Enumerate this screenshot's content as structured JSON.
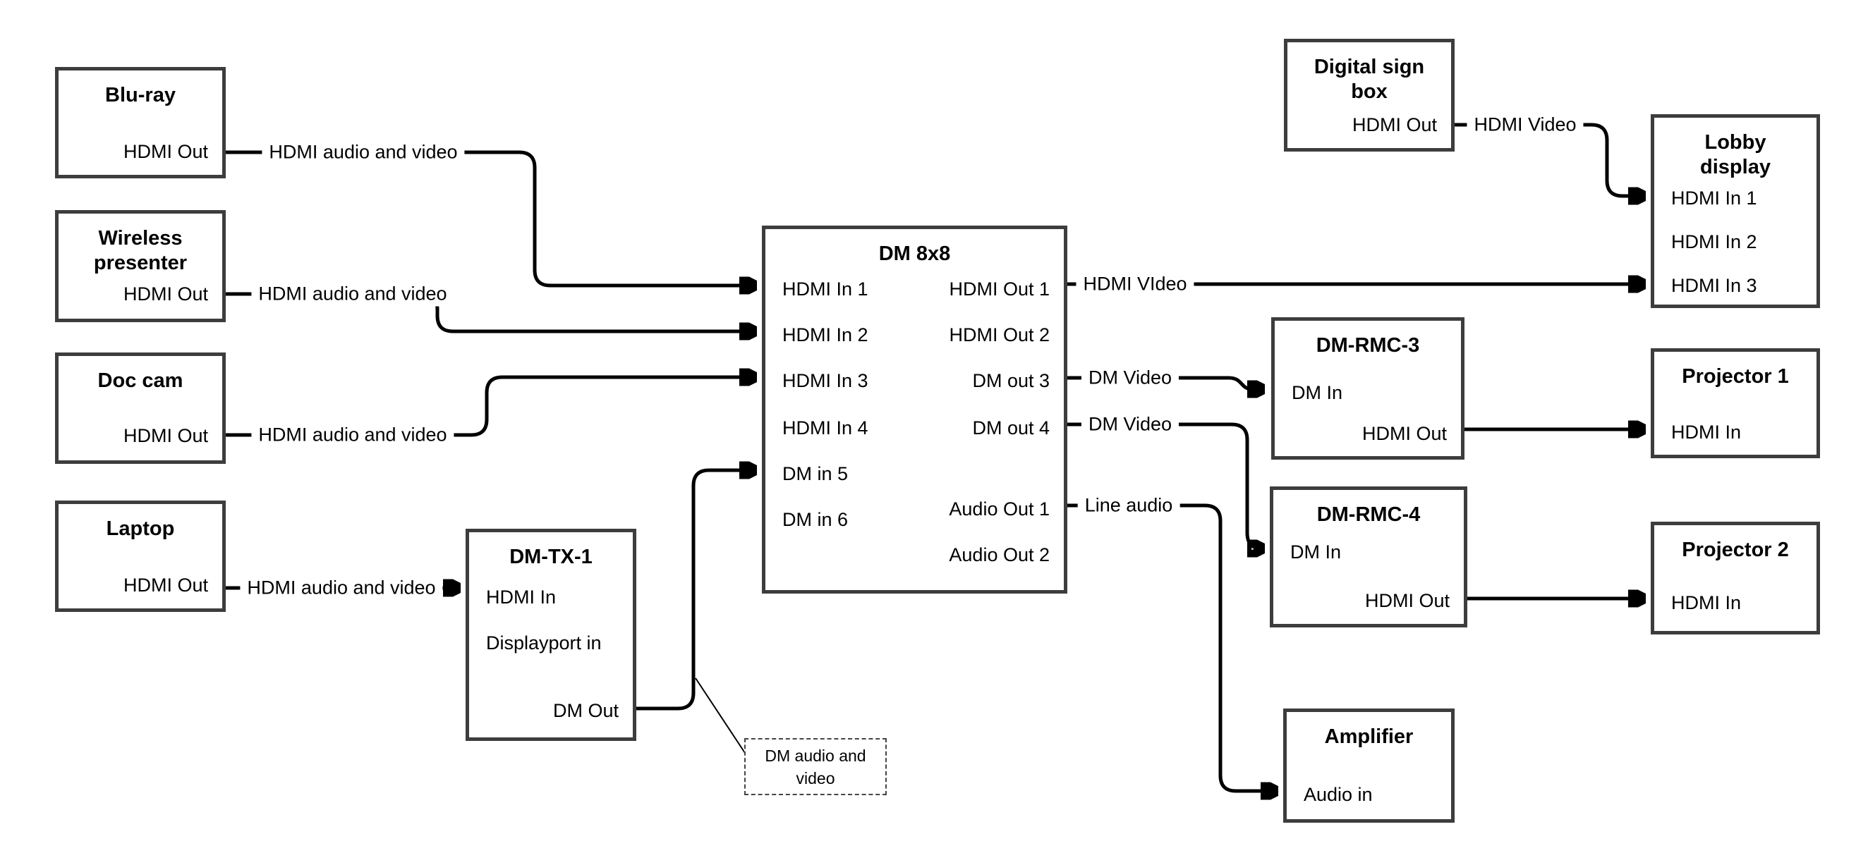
{
  "colors": {
    "background": "#ffffff",
    "box_border": "#3d3d3d",
    "line": "#000000",
    "text": "#000000"
  },
  "nodes": {
    "bluray": {
      "title": "Blu-ray",
      "ports": {
        "hdmi_out": "HDMI Out"
      }
    },
    "wireless": {
      "title": [
        "Wireless",
        "presenter"
      ],
      "ports": {
        "hdmi_out": "HDMI Out"
      }
    },
    "doccam": {
      "title": "Doc cam",
      "ports": {
        "hdmi_out": "HDMI Out"
      }
    },
    "laptop": {
      "title": "Laptop",
      "ports": {
        "hdmi_out": "HDMI Out"
      }
    },
    "dmtx1": {
      "title": "DM-TX-1",
      "ports": {
        "hdmi_in": "HDMI In",
        "displayport_in": "Displayport in",
        "dm_out": "DM Out"
      }
    },
    "dm8x8": {
      "title": "DM 8x8",
      "ports": {
        "hdmi_in_1": "HDMI In 1",
        "hdmi_in_2": "HDMI In 2",
        "hdmi_in_3": "HDMI In 3",
        "hdmi_in_4": "HDMI In 4",
        "dm_in_5": "DM in 5",
        "dm_in_6": "DM in 6",
        "hdmi_out_1": "HDMI Out 1",
        "hdmi_out_2": "HDMI Out 2",
        "dm_out_3": "DM out 3",
        "dm_out_4": "DM out 4",
        "audio_out_1": "Audio Out 1",
        "audio_out_2": "Audio Out 2"
      }
    },
    "signbox": {
      "title": [
        "Digital sign",
        "box"
      ],
      "ports": {
        "hdmi_out": "HDMI Out"
      }
    },
    "lobby": {
      "title": [
        "Lobby",
        "display"
      ],
      "ports": {
        "hdmi_in_1": "HDMI In 1",
        "hdmi_in_2": "HDMI In 2",
        "hdmi_in_3": "HDMI In 3"
      }
    },
    "rmc3": {
      "title": "DM-RMC-3",
      "ports": {
        "dm_in": "DM In",
        "hdmi_out": "HDMI Out"
      }
    },
    "proj1": {
      "title": "Projector 1",
      "ports": {
        "hdmi_in": "HDMI In"
      }
    },
    "rmc4": {
      "title": "DM-RMC-4",
      "ports": {
        "dm_in": "DM In",
        "hdmi_out": "HDMI Out"
      }
    },
    "proj2": {
      "title": "Projector 2",
      "ports": {
        "hdmi_in": "HDMI In"
      }
    },
    "amplifier": {
      "title": "Amplifier",
      "ports": {
        "audio_in": "Audio in"
      }
    }
  },
  "edges": {
    "bluray_to_dm8x8": {
      "label": "HDMI audio and video"
    },
    "wireless_to_dm8x8": {
      "label": "HDMI audio and video"
    },
    "doccam_to_dm8x8": {
      "label": "HDMI audio and video"
    },
    "laptop_to_dmtx1": {
      "label": "HDMI audio and video"
    },
    "dm8x8_to_lobby": {
      "label": "HDMI VIdeo"
    },
    "dm8x8_to_rmc3": {
      "label": "DM Video"
    },
    "dm8x8_to_rmc4": {
      "label": "DM Video"
    },
    "dm8x8_to_amplifier": {
      "label": "Line audio"
    },
    "signbox_to_lobby": {
      "label": "HDMI Video"
    }
  },
  "note": {
    "lines": [
      "DM audio and",
      "video"
    ]
  }
}
